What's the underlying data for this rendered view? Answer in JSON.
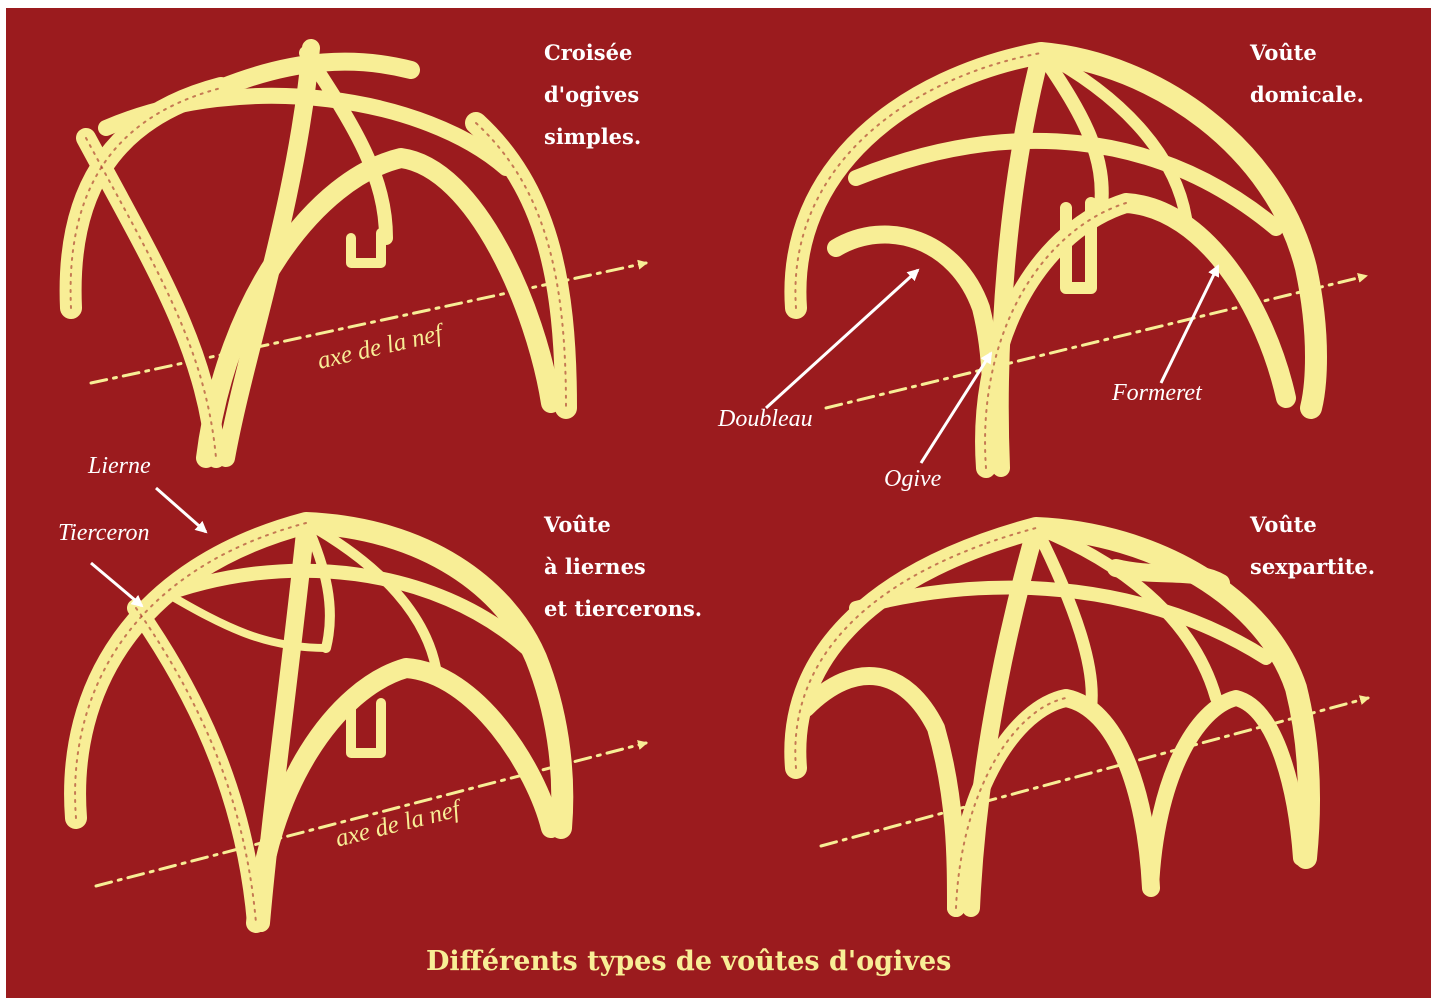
{
  "caption": "Différents types de voûtes d'ogives",
  "vaults": [
    {
      "title": [
        "Croisée",
        "d'ogives",
        "simples."
      ]
    },
    {
      "title": [
        "Voûte",
        "domicale."
      ]
    },
    {
      "title": [
        "Voûte",
        "à liernes",
        "et tiercerons."
      ]
    },
    {
      "title": [
        "Voûte",
        "sexpartite."
      ]
    }
  ],
  "axis_labels": [
    "axe  de la nef",
    "axe  de la nef"
  ],
  "part_labels": {
    "doubleau": "Doubleau",
    "ogive": "Ogive",
    "formeret": "Formeret",
    "lierne": "Lierne",
    "tierceron": "Tierceron"
  },
  "colors": {
    "background": "#9b1b1e",
    "rib": "#f8ee96",
    "title_text": "#ffffff"
  }
}
